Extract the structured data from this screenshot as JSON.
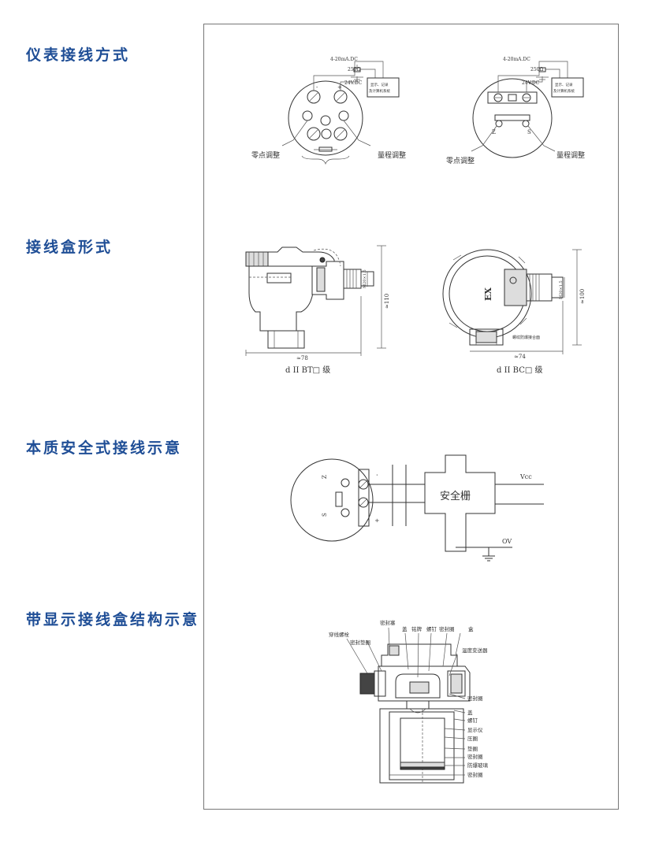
{
  "sections": [
    {
      "title": "仪表接线方式"
    },
    {
      "title": "接线盒形式"
    },
    {
      "title": "本质安全式接线示意"
    },
    {
      "title": "带显示接线盒结构示意"
    }
  ],
  "wiring": {
    "left": {
      "current": "4-20mA.DC",
      "resistor": "250Ω",
      "supply": "24V.DC",
      "recorder": [
        "显示、记录",
        "及计算机系统"
      ],
      "zero": "零点调整",
      "span": "量程调整",
      "minus": "-",
      "plus": "+"
    },
    "right": {
      "current": "4-20mA.DC",
      "resistor": "250Ω",
      "supply": "24V.DC",
      "recorder": [
        "显示、记录",
        "及计算机系统"
      ],
      "zero": "零点调整",
      "span": "量程调整",
      "z": "Z",
      "s": "S"
    }
  },
  "housing": {
    "bt": {
      "label": "d II BT□ 级",
      "width": "≈78",
      "height": "≈110",
      "thread": "M20×1.5"
    },
    "bc": {
      "label": "d II BC□ 级",
      "width": "≈74",
      "height": "≈100",
      "thread": "M20×1.5",
      "mark": "EX",
      "note": "螺纹防爆接合面"
    }
  },
  "intrinsic": {
    "barrier": "安全栅",
    "vcc": "Vcc",
    "ov": "OV",
    "z": "Z",
    "s": "S",
    "minus": "-",
    "plus": "+"
  },
  "display_box": {
    "labels_top": [
      "穿线螺栓",
      "密封垫圈",
      "密封塞",
      "盖",
      "铭牌",
      "螺钉",
      "密封圈",
      "盒",
      "温度变送器"
    ],
    "labels_right": [
      "密封圈",
      "盖",
      "螺钉",
      "显示仪",
      "压圈",
      "垫圈",
      "密封圈",
      "防爆玻璃",
      "密封圈"
    ]
  },
  "colors": {
    "title": "#1f4e96"
  }
}
